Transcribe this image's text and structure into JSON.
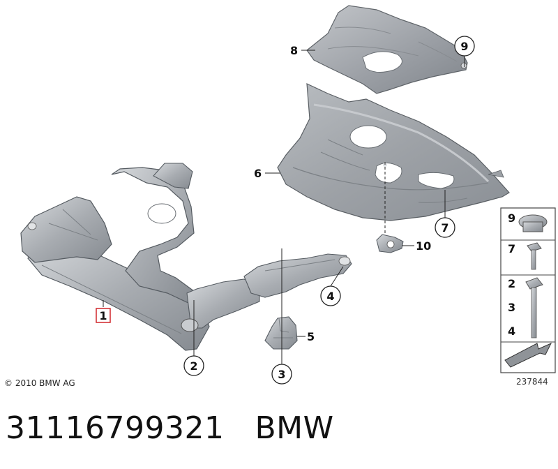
{
  "callouts": {
    "c1": "1",
    "c2": "2",
    "c3": "3",
    "c4": "4",
    "c5": "5",
    "c6": "6",
    "c7": "7",
    "c8": "8",
    "c9": "9",
    "c10": "10"
  },
  "legend": {
    "l9": "9",
    "l7": "7",
    "l2": "2",
    "l3": "3",
    "l4": "4"
  },
  "copyright": "© 2010 BMW AG",
  "diagram_id": "237844",
  "caption": {
    "part_number": "31116799321",
    "brand": "BMW"
  },
  "colors": {
    "metal_dark": "#8c9096",
    "metal_mid": "#a9adb2",
    "metal_light": "#d4d7da",
    "outline": "#555b61",
    "highlight_box": "#d0262b"
  }
}
